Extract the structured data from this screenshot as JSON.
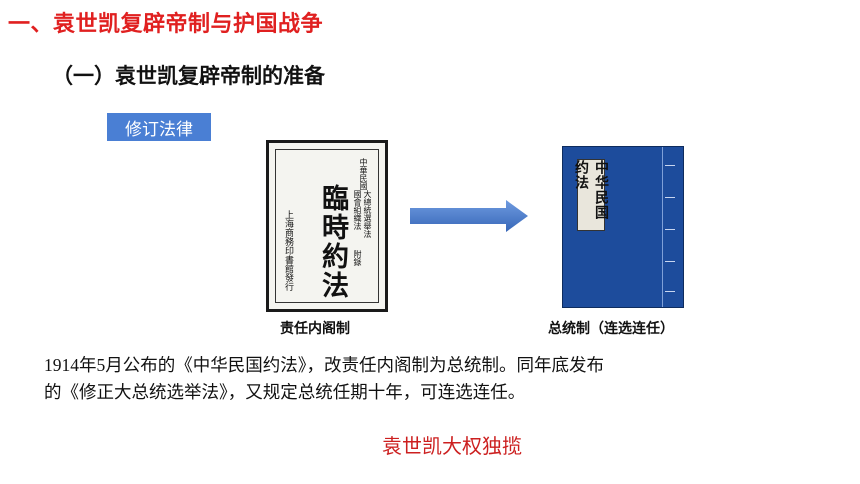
{
  "title": "一、袁世凯复辟帝制与护国战争",
  "subtitle": "（一）袁世凯复辟帝制的准备",
  "tag": "修订法律",
  "left_doc": {
    "big_title": "臨時約法",
    "top_left": "中華民國",
    "right_lines": [
      "大總統選舉法",
      "國會組織法",
      "附錄"
    ],
    "left_lines": "上海商務印書館發行"
  },
  "right_book": {
    "label": "中华民国约法"
  },
  "captions": {
    "left": "责任内阁制",
    "right": "总统制（连选连任）"
  },
  "paragraph": {
    "line1": "1914年5月公布的《中华民国约法》，改责任内阁制为总统制。同年底发布",
    "line2": "的《修正大总统选举法》，又规定总统任期十年，可连选连任。"
  },
  "conclusion": "袁世凯大权独揽",
  "colors": {
    "title": "#e02020",
    "tag_bg": "#4a7fd4",
    "book": "#1d4c9c",
    "conclusion": "#cc1f1f"
  }
}
